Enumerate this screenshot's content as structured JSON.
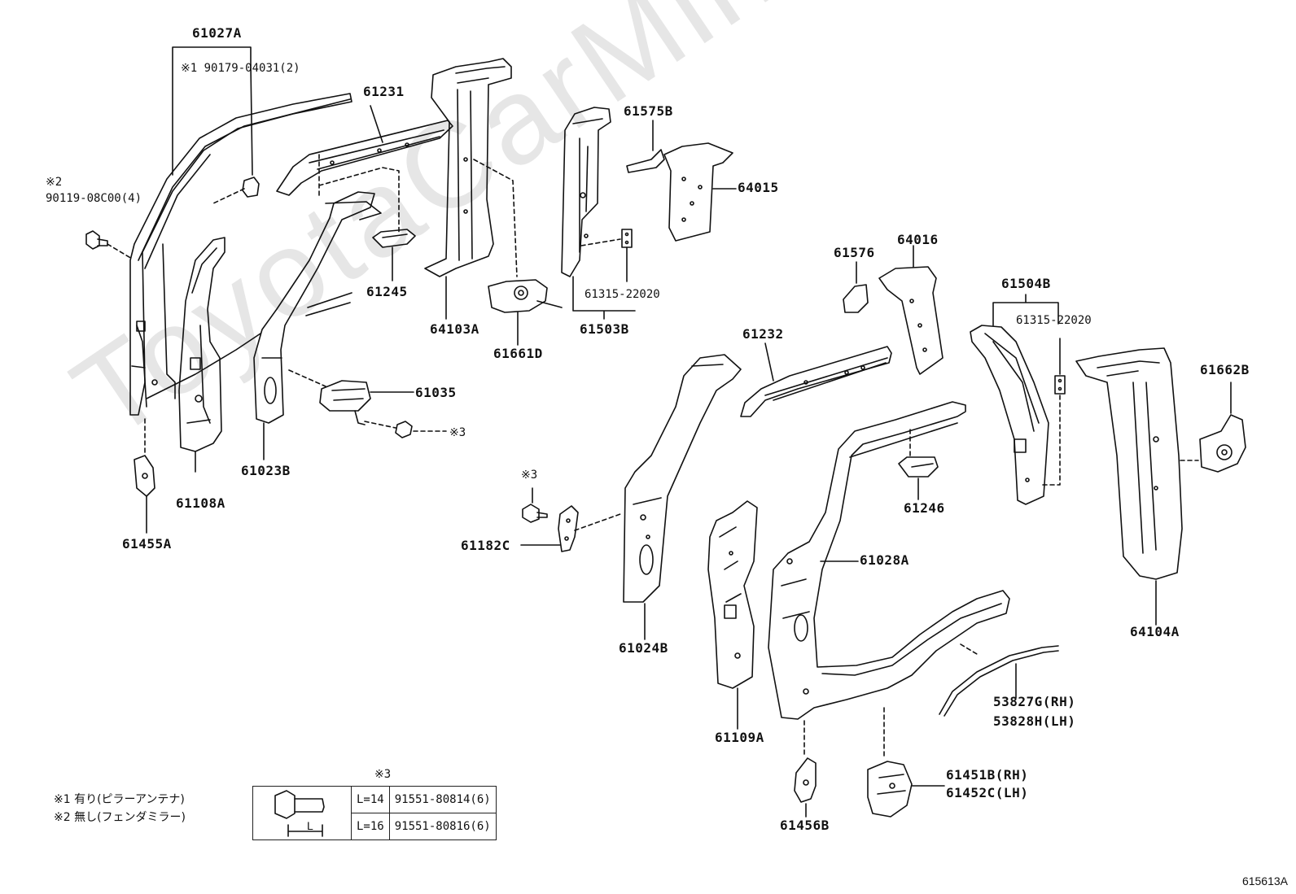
{
  "watermark": "ToyotaCarMine.ru",
  "labels": {
    "p61027A": "61027A",
    "p61231": "61231",
    "p61245": "61245",
    "p64103A": "64103A",
    "p61661D": "61661D",
    "p61575B": "61575B",
    "p64015": "64015",
    "p61315a": "61315-22020",
    "p61503B": "61503B",
    "p61035": "61035",
    "p61023B": "61023B",
    "p61108A": "61108A",
    "p61455A": "61455A",
    "p61576": "61576",
    "p64016": "64016",
    "p61504B": "61504B",
    "p61315b": "61315-22020",
    "p61232": "61232",
    "p61662B": "61662B",
    "p61246": "61246",
    "p61182C": "61182C",
    "p61028A": "61028A",
    "p61024B": "61024B",
    "p64104A": "64104A",
    "p61109A": "61109A",
    "p53827G": "53827G(RH)",
    "p53828H": "53828H(LH)",
    "p61456B": "61456B",
    "p61451B": "61451B(RH)",
    "p61452C": "61452C(LH)"
  },
  "notes": {
    "n1_part": "※1 90179-04031(2)",
    "n2_mark": "※2",
    "n2_part": "90119-08C00(4)",
    "n3_bolt_a": "※3",
    "n3_bolt_b": "※3",
    "n3_table": "※3"
  },
  "legend": {
    "line1": "※1 有り(ピラーアンテナ)",
    "line2": "※2 無し(フェンダミラー)"
  },
  "spec_table": {
    "dim_label": "L",
    "rows": [
      {
        "length": "L=14",
        "part": "91551-80814(6)"
      },
      {
        "length": "L=16",
        "part": "91551-80816(6)"
      }
    ]
  },
  "diagram_code": "615613A"
}
